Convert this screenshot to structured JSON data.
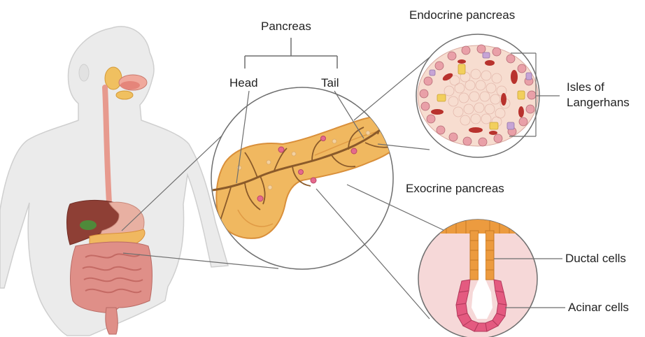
{
  "labels": {
    "pancreas": "Pancreas",
    "head": "Head",
    "tail": "Tail",
    "endocrine": "Endocrine pancreas",
    "exocrine": "Exocrine pancreas",
    "islets_line1": "Isles of",
    "islets_line2": "Langerhans",
    "ductal": "Ductal cells",
    "acinar": "Acinar cells"
  },
  "colors": {
    "skin": "#ebebeb",
    "skin_outline": "#cfcfcf",
    "pancreas_fill": "#f0b860",
    "pancreas_shade": "#d98f3a",
    "duct": "#8a5a2a",
    "liver": "#8e3f35",
    "stomach": "#e8b0a2",
    "intestine": "#df8f88",
    "esophagus": "#e79a8e",
    "gallbladder": "#4f8a3a",
    "islet_bg": "#f7ddd0",
    "islet_red": "#b8322d",
    "islet_yellow": "#f2cf5c",
    "islet_purple": "#c6a4d6",
    "ductal_orange": "#ec9b3f",
    "acinar_pink": "#e45a80",
    "lumen_pink": "#f6d8d8",
    "leader": "#6e6e6e"
  }
}
